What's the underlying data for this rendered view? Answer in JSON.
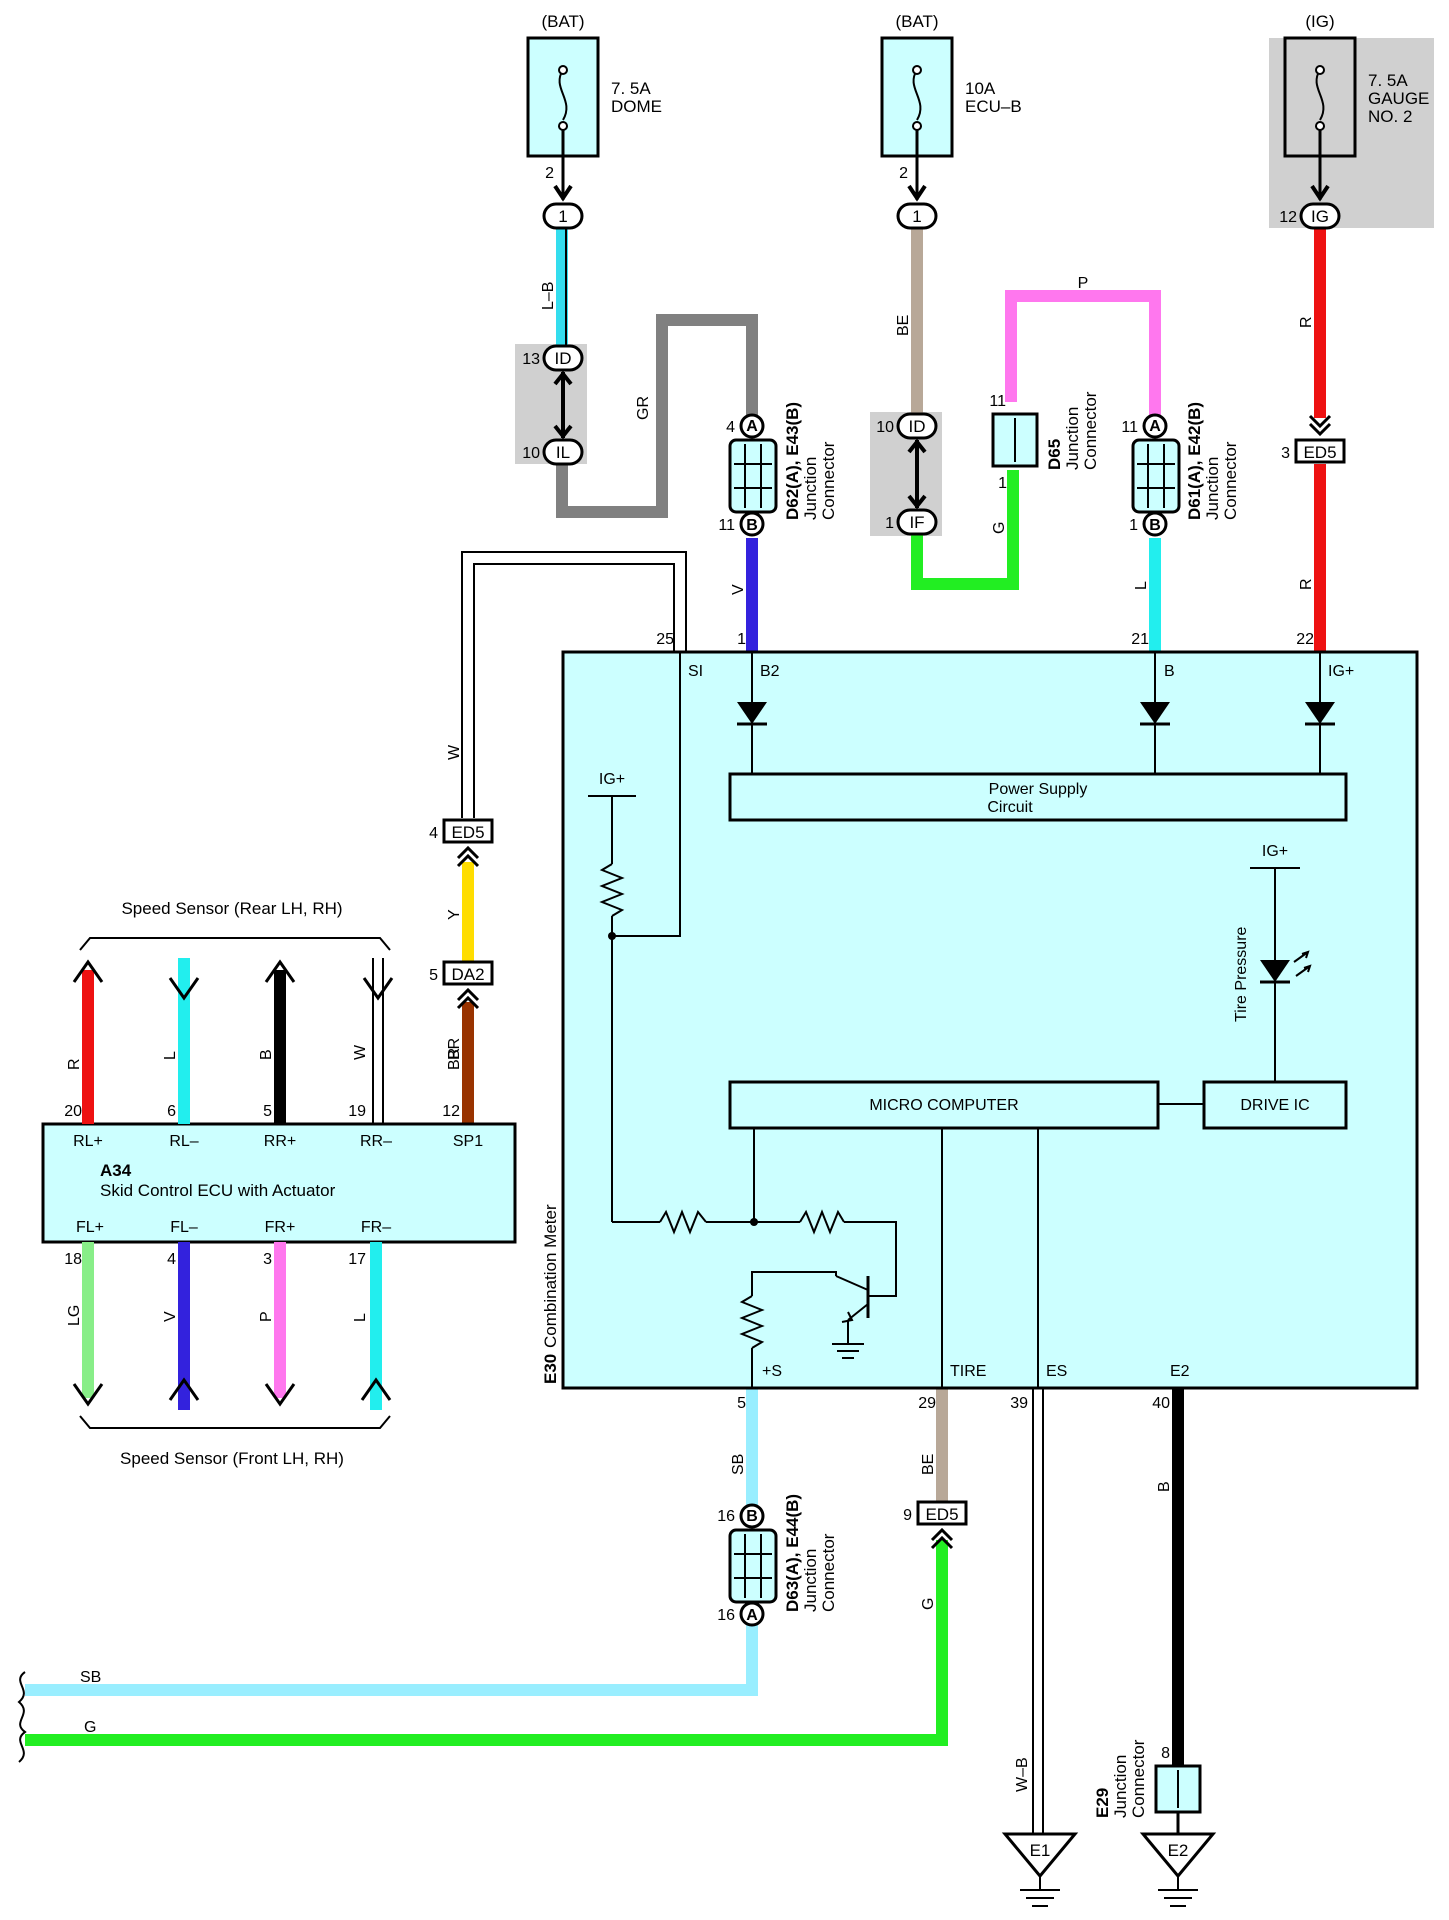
{
  "fuses": [
    {
      "source": "(BAT)",
      "line1": "7. 5A",
      "line2": "DOME",
      "line3": ""
    },
    {
      "source": "(BAT)",
      "line1": "10A",
      "line2": "ECU–B",
      "line3": ""
    },
    {
      "source": "(IG)",
      "line1": "7. 5A",
      "line2": "GAUGE",
      "line3": "NO. 2"
    }
  ],
  "connectors": {
    "c1": "1",
    "c1_pin": "2",
    "c2": "1",
    "c2_pin": "2",
    "ig": "IG",
    "ig_pin": "12",
    "id1": "ID",
    "id1_pin": "13",
    "il": "IL",
    "il_pin": "10",
    "id2": "ID",
    "id2_pin": "10",
    "if": "IF",
    "if_pin": "1",
    "ed5_top": "ED5",
    "ed5_top_pin": "3",
    "ed5_mid": "ED5",
    "ed5_mid_pin": "4",
    "da2": "DA2",
    "da2_pin": "5",
    "ed5_bot": "ED5",
    "ed5_bot_pin": "9",
    "d62_a": "A",
    "d62_a_pin": "4",
    "d62_b": "B",
    "d62_b_pin": "11",
    "d61_a": "A",
    "d61_a_pin": "11",
    "d61_b": "B",
    "d61_b_pin": "1",
    "d65_top_pin": "11",
    "d65_bot_pin": "1",
    "d63_b": "B",
    "d63_b_pin": "16",
    "d63_a": "A",
    "d63_a_pin": "16",
    "e29_pin": "8"
  },
  "junctions": {
    "d62_name": "D62(A), E43(B)",
    "d62_sub1": "Junction",
    "d62_sub2": "Connector",
    "d61_name": "D61(A), E42(B)",
    "d61_sub1": "Junction",
    "d61_sub2": "Connector",
    "d65_name": "D65",
    "d65_sub1": "Junction",
    "d65_sub2": "Connector",
    "d63_name": "D63(A), E44(B)",
    "d63_sub1": "Junction",
    "d63_sub2": "Connector",
    "e29_name": "E29",
    "e29_sub1": "Junction",
    "e29_sub2": "Connector"
  },
  "wires": {
    "lb": "L–B",
    "gr": "GR",
    "v": "V",
    "be": "BE",
    "p": "P",
    "g": "G",
    "l": "L",
    "r1": "R",
    "r2": "R",
    "w": "W",
    "y": "Y",
    "br": "BR",
    "sb": "SB",
    "be2": "BE",
    "g2": "G",
    "b": "B",
    "wb": "W–B",
    "sb_bus": "SB",
    "g_bus": "G"
  },
  "meter": {
    "name": "E30",
    "sub": "Combination Meter",
    "pin_si": "25",
    "lbl_si": "SI",
    "pin_b2": "1",
    "lbl_b2": "B2",
    "pin_b": "21",
    "lbl_b": "B",
    "pin_ig": "22",
    "lbl_ig": "IG+",
    "power_supply_1": "Power Supply",
    "power_supply_2": "Circuit",
    "igp_left": "IG+",
    "igp_right": "IG+",
    "tire_pressure": "Tire Pressure",
    "micro": "MICRO COMPUTER",
    "drive": "DRIVE IC",
    "pin_s": "5",
    "lbl_s": "+S",
    "pin_tire": "29",
    "lbl_tire": "TIRE",
    "pin_es": "39",
    "lbl_es": "ES",
    "pin_e2": "40",
    "lbl_e2": "E2"
  },
  "ecu": {
    "code": "A34",
    "name": "Skid Control ECU with Actuator",
    "rear_label": "Speed Sensor (Rear LH,  RH)",
    "front_label": "Speed Sensor (Front LH,  RH)",
    "top": [
      {
        "pin": "20",
        "label": "RL+",
        "wire": "R"
      },
      {
        "pin": "6",
        "label": "RL–",
        "wire": "L"
      },
      {
        "pin": "5",
        "label": "RR+",
        "wire": "B"
      },
      {
        "pin": "19",
        "label": "RR–",
        "wire": "W"
      },
      {
        "pin": "12",
        "label": "SP1",
        "wire": "BR"
      }
    ],
    "bottom": [
      {
        "pin": "18",
        "label": "FL+",
        "wire": "LG"
      },
      {
        "pin": "4",
        "label": "FL–",
        "wire": "V"
      },
      {
        "pin": "3",
        "label": "FR+",
        "wire": "P"
      },
      {
        "pin": "17",
        "label": "FR–",
        "wire": "L"
      }
    ]
  },
  "grounds": {
    "e1": "E1",
    "e2": "E2"
  },
  "colors": {
    "fill": "#ccffff",
    "shade": "#d0d0d0",
    "lb": "#33ddee",
    "gr": "#808080",
    "v": "#3322dd",
    "be": "#b8a898",
    "p": "#ff77ee",
    "g": "#22ee22",
    "l": "#22eeee",
    "r": "#ee1111",
    "y": "#ffdd00",
    "br": "#993300",
    "sb": "#99eeff",
    "lg": "#88ee88"
  }
}
